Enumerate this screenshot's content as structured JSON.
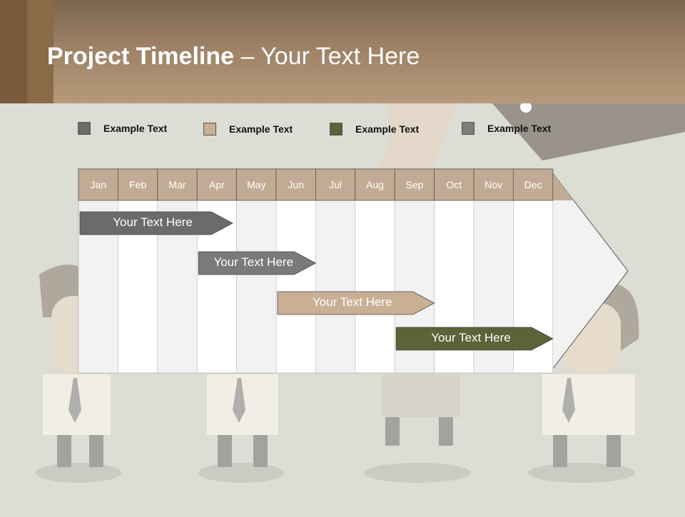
{
  "title": {
    "bold": "Project Timeline",
    "rest": " – Your Text Here"
  },
  "legend": [
    {
      "label": "Example Text",
      "color": "#6b6b6b"
    },
    {
      "label": "Example Text",
      "color": "#c9af94"
    },
    {
      "label": "Example Text",
      "color": "#5d6238"
    },
    {
      "label": "Example Text",
      "color": "#7d7d7d"
    }
  ],
  "months": [
    "Jan",
    "Feb",
    "Mar",
    "Apr",
    "May",
    "Jun",
    "Jul",
    "Aug",
    "Sep",
    "Oct",
    "Nov",
    "Dec"
  ],
  "tasks": [
    {
      "label": "Your  Text Here",
      "start": 0,
      "end": 3.9,
      "color": "#6b6b6b"
    },
    {
      "label": "Your  Text Here",
      "start": 3.0,
      "end": 6.0,
      "color": "#7a7a7a"
    },
    {
      "label": "Your  Text Here",
      "start": 5.0,
      "end": 9.0,
      "color": "#c9af94"
    },
    {
      "label": "Your  Text Here",
      "start": 8.0,
      "end": 12.0,
      "color": "#5d6238"
    }
  ],
  "colors": {
    "month_header": "#c2ab94",
    "column_light": "#f2f2f2",
    "column_white": "#ffffff"
  }
}
